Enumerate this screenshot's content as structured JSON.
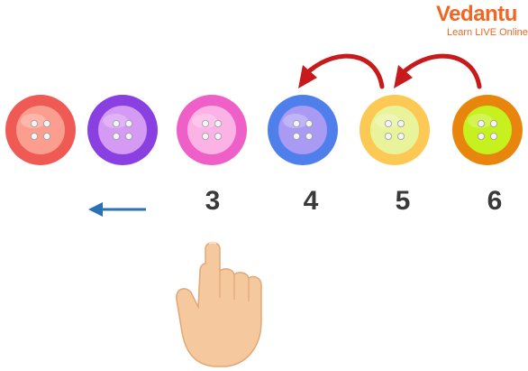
{
  "logo": {
    "word": "Vedantu",
    "tagline": "Learn LIVE Online",
    "color": "#f26522"
  },
  "buttons": [
    {
      "name": "red",
      "rim": "#ef5a55",
      "face": "#fb9e8f"
    },
    {
      "name": "purple",
      "rim": "#8a3fe0",
      "face": "#d59af3"
    },
    {
      "name": "pink",
      "rim": "#ee5fc8",
      "face": "#fbb2e4"
    },
    {
      "name": "blue",
      "rim": "#4f7fea",
      "face": "#a99bf3"
    },
    {
      "name": "yellow",
      "rim": "#fbc954",
      "face": "#e8f39a"
    },
    {
      "name": "orange",
      "rim": "#e8850c",
      "face": "#c6f01e"
    }
  ],
  "numbers": [
    "3",
    "4",
    "5",
    "6"
  ],
  "colors": {
    "curved_arrow": "#c8191b",
    "left_arrow": "#2a72b4",
    "number_text": "#3a3a3a"
  },
  "icons": [
    "curved-arrow-icon",
    "left-arrow-icon",
    "pointing-hand-icon"
  ]
}
